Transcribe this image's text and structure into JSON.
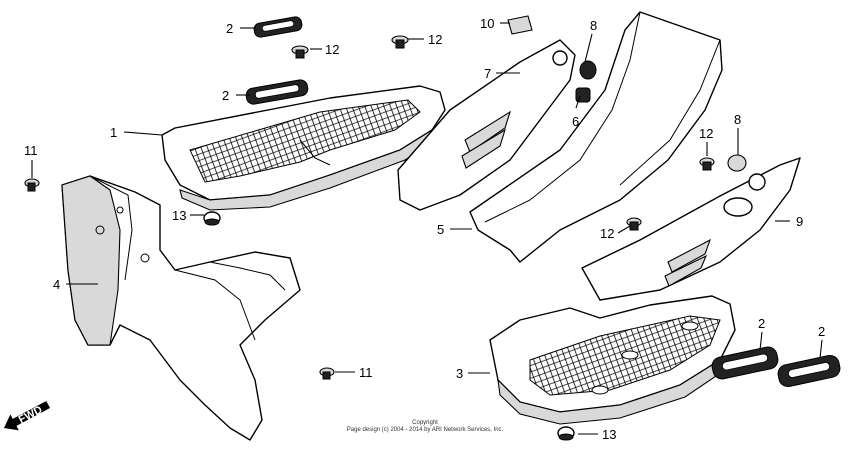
{
  "callouts": {
    "c1": "1",
    "c2a": "2",
    "c2b": "2",
    "c2c": "2",
    "c2d": "2",
    "c3": "3",
    "c4": "4",
    "c5": "5",
    "c6": "6",
    "c7": "7",
    "c8a": "8",
    "c8b": "8",
    "c9": "9",
    "c10": "10",
    "c11a": "11",
    "c11b": "11",
    "c12a": "12",
    "c12b": "12",
    "c12c": "12",
    "c12d": "12",
    "c13a": "13",
    "c13b": "13"
  },
  "direction_label": "FWD",
  "copyright": {
    "line1": "Copyright",
    "line2": "Page design (c) 2004 - 2014 by ARI Network Services, Inc."
  }
}
